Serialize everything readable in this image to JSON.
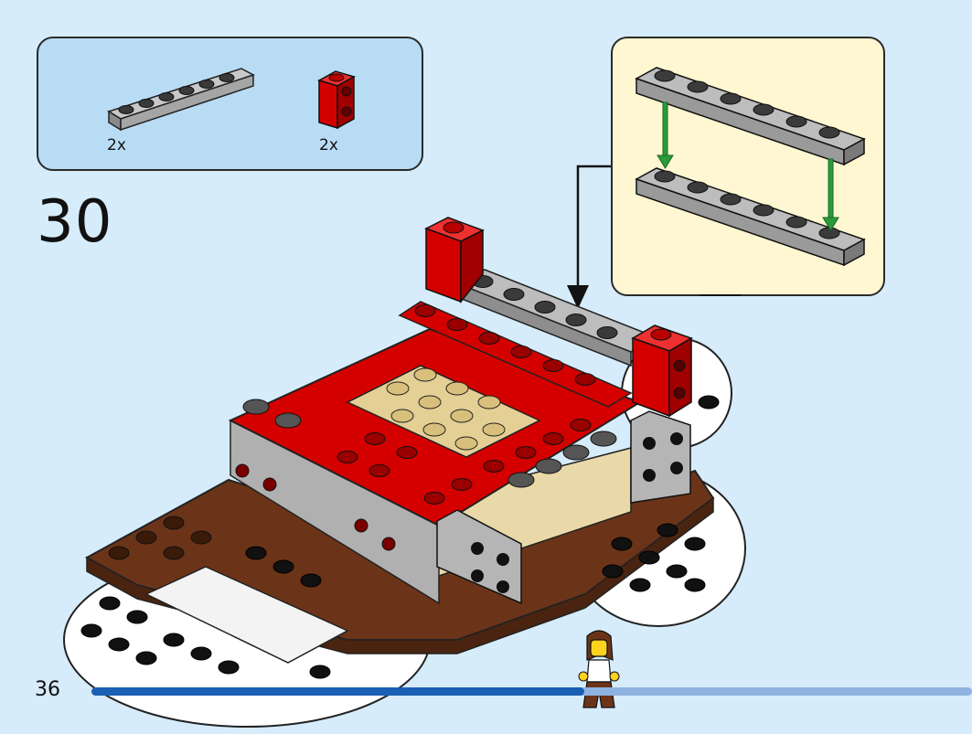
{
  "parts": [
    {
      "quantity": "2x",
      "icon": "gray-plate-1x8-icon",
      "color": "#9a9a9a"
    },
    {
      "quantity": "2x",
      "icon": "red-brick-1x1-studs-side-icon",
      "color": "#d40000"
    }
  ],
  "step": {
    "number": "30"
  },
  "page": {
    "number": "36",
    "progress": 0.56
  },
  "colors": {
    "background": "#d6ecfa",
    "parts_box": "#b9dcf5",
    "callout": "#fff7d1",
    "progress_fill": "#1a5fb4",
    "progress_track": "#8fb3e0",
    "arrow_green": "#2a9a3a"
  }
}
